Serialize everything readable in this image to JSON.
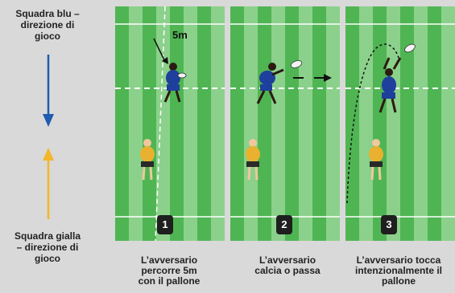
{
  "labels": {
    "blue_team": "Squadra blu –\ndirezione di\ngioco",
    "yellow_team": "Squadra gialla\n– direzione di\ngioco",
    "distance": "5m"
  },
  "panels": [
    {
      "number": "1",
      "caption": "L’avversario\npercorre 5m\ncon il pallone"
    },
    {
      "number": "2",
      "caption": "L’avversario\ncalcia o passa"
    },
    {
      "number": "3",
      "caption": "L’avversario tocca\nintenzionalmente il\npallone"
    }
  ],
  "colors": {
    "background": "#d9d9d9",
    "pitch_dark": "#4fb553",
    "pitch_light": "#8bd18b",
    "blue_arrow": "#1f5cb0",
    "yellow_arrow": "#f2b72a",
    "blue_jersey": "#1f3f9c",
    "yellow_jersey": "#e9b12f"
  }
}
